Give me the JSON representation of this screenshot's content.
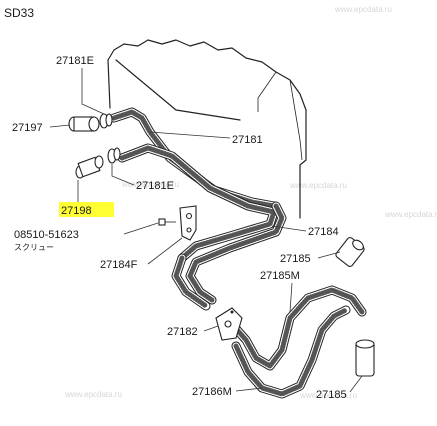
{
  "header": {
    "code": "SD33"
  },
  "watermark": "www.epcdata.ru",
  "parts": [
    {
      "id": "27181e-top",
      "number": "27181E"
    },
    {
      "id": "27197",
      "number": "27197"
    },
    {
      "id": "27181",
      "number": "27181"
    },
    {
      "id": "27181e-mid",
      "number": "27181E"
    },
    {
      "id": "27198",
      "number": "27198",
      "highlighted": true
    },
    {
      "id": "screw",
      "number": "08510-51623",
      "note": "スクリュー"
    },
    {
      "id": "27184",
      "number": "27184"
    },
    {
      "id": "27185-top",
      "number": "27185"
    },
    {
      "id": "27184f",
      "number": "27184F"
    },
    {
      "id": "27185m",
      "number": "27185M"
    },
    {
      "id": "27182",
      "number": "27182"
    },
    {
      "id": "27186m",
      "number": "27186M"
    },
    {
      "id": "27185-bot",
      "number": "27185"
    }
  ],
  "colors": {
    "highlight": "#ffff33",
    "line": "#222222"
  }
}
